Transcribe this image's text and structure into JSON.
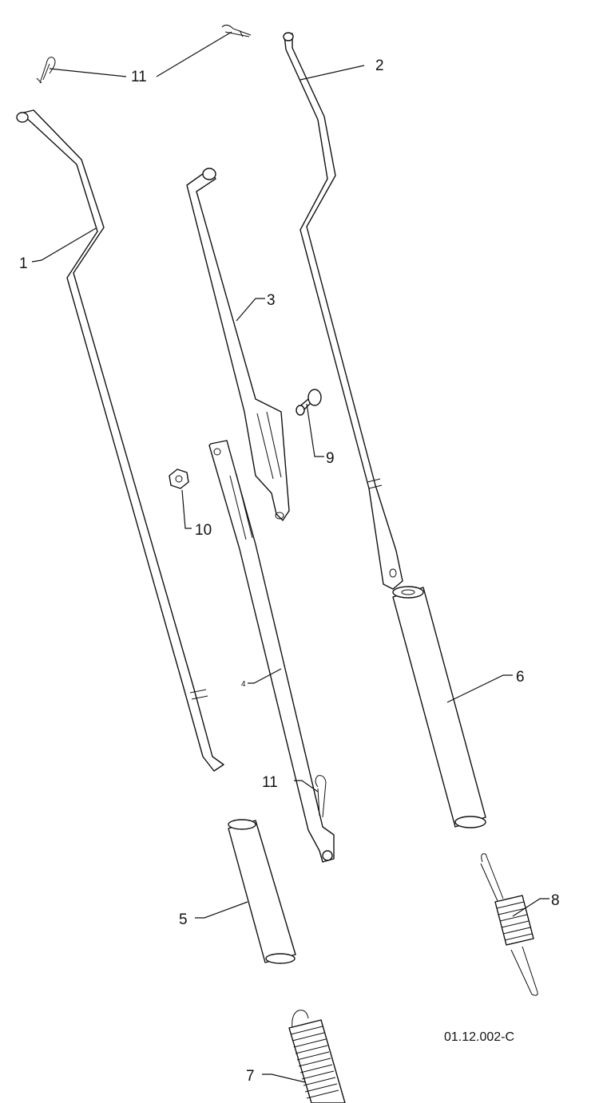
{
  "drawing_code": "01.12.002-C",
  "callouts": {
    "c1": "1",
    "c2": "2",
    "c3": "3",
    "c4": "4",
    "c5": "5",
    "c6": "6",
    "c7": "7",
    "c8": "8",
    "c9": "9",
    "c10": "10",
    "c11_top": "11",
    "c11_mid": "11"
  }
}
